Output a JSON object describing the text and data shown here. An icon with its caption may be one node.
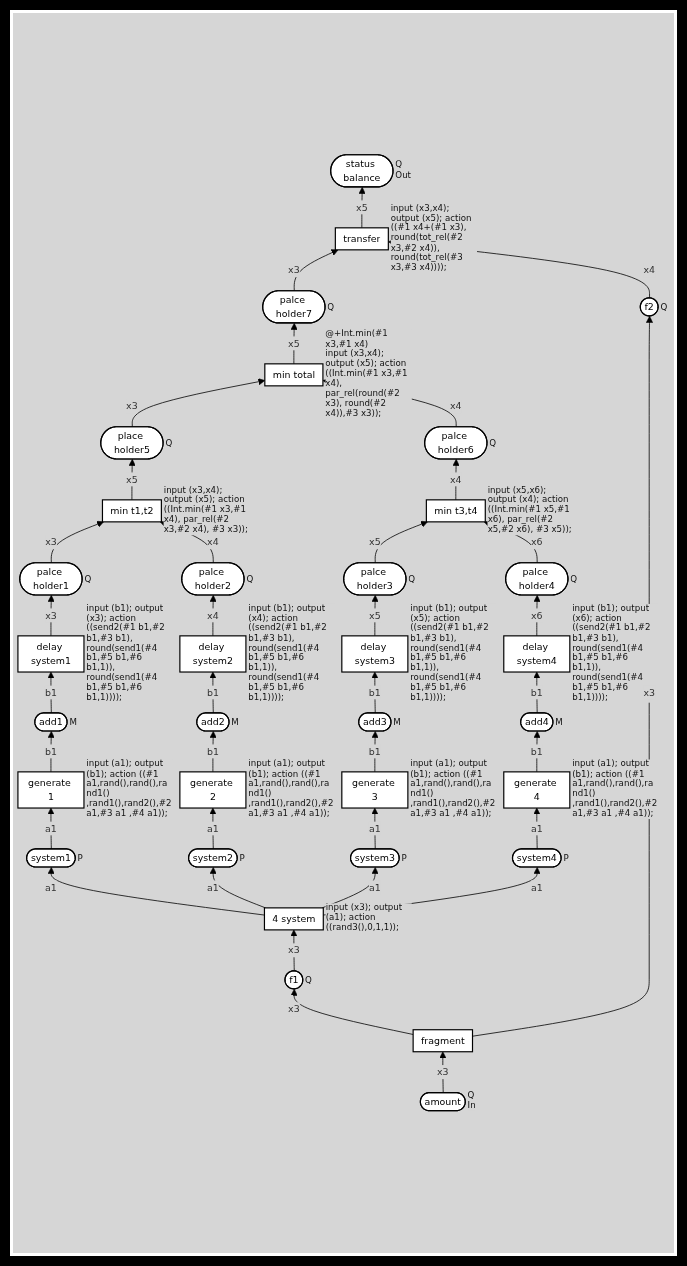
{
  "diagram": {
    "nodes": [
      {
        "text": [
          "amount"
        ],
        "beside": [
          "Q",
          "In"
        ]
      },
      {
        "text": [
          "fragment"
        ]
      },
      {
        "text": [
          "f1"
        ],
        "beside": [
          "Q"
        ]
      },
      {
        "text": [
          "4 system"
        ],
        "beside": [
          "input (x3); output (a1); action ((rand3(),0,1,1));"
        ]
      },
      {
        "text": [
          "f2"
        ],
        "beside": [
          "Q"
        ]
      },
      {
        "text": [
          "system1"
        ],
        "beside": [
          "P"
        ]
      },
      {
        "text": [
          "generate 1"
        ],
        "beside": [
          "input (a1); output (b1); action ((#1 a1,rand(),rand(),rand1() ,rand1(),rand2(),#2 a1,#3 a1 ,#4 a1));"
        ]
      },
      {
        "text": [
          "add1"
        ],
        "beside": [
          "M"
        ]
      },
      {
        "text": [
          "delay system1"
        ],
        "beside": [
          "input (b1); output (x3); action ((send2(#1 b1,#2 b1,#3 b1), round(send1(#4 b1,#5 b1,#6 b1,1)), round(send1(#4 b1,#5 b1,#6 b1,1))));"
        ]
      },
      {
        "text": [
          "palce holder1"
        ],
        "beside": [
          "Q"
        ]
      },
      {
        "text": [
          "system2"
        ],
        "beside": [
          "P"
        ]
      },
      {
        "text": [
          "generate 2"
        ],
        "beside": [
          "input (a1); output (b1); action ((#1 a1,rand(),rand(),rand1() ,rand1(),rand2(),#2 a1,#3 a1 ,#4 a1));"
        ]
      },
      {
        "text": [
          "add2"
        ],
        "beside": [
          "M"
        ]
      },
      {
        "text": [
          "delay system2"
        ],
        "beside": [
          "input (b1); output (x4); action ((send2(#1 b1,#2 b1,#3 b1), round(send1(#4 b1,#5 b1,#6 b1,1)), round(send1(#4 b1,#5 b1,#6 b1,1))));"
        ]
      },
      {
        "text": [
          "palce holder2"
        ],
        "beside": [
          "Q"
        ]
      },
      {
        "text": [
          "system3"
        ],
        "beside": [
          "P"
        ]
      },
      {
        "text": [
          "generate 3"
        ],
        "beside": [
          "input (a1); output (b1); action ((#1 a1,rand(),rand(),rand1() ,rand1(),rand2(),#2 a1,#3 a1 ,#4 a1));"
        ]
      },
      {
        "text": [
          "add3"
        ],
        "beside": [
          "M"
        ]
      },
      {
        "text": [
          "delay system3"
        ],
        "beside": [
          "input (b1); output (x5); action ((send2(#1 b1,#2 b1,#3 b1), round(send1(#4 b1,#5 b1,#6 b1,1)), round(send1(#4 b1,#5 b1,#6 b1,1))));"
        ]
      },
      {
        "text": [
          "palce holder3"
        ],
        "beside": [
          "Q"
        ]
      },
      {
        "text": [
          "system4"
        ],
        "beside": [
          "P"
        ]
      },
      {
        "text": [
          "generate 4"
        ],
        "beside": [
          "input (a1); output (b1); action ((#1 a1,rand(),rand(),rand1() ,rand1(),rand2(),#2 a1,#3 a1 ,#4 a1));"
        ]
      },
      {
        "text": [
          "add4"
        ],
        "beside": [
          "M"
        ]
      },
      {
        "text": [
          "delay system4"
        ],
        "beside": [
          "input (b1); output (x6); action ((send2(#1 b1,#2 b1,#3 b1), round(send1(#4 b1,#5 b1,#6 b1,1)), round(send1(#4 b1,#5 b1,#6 b1,1))));"
        ]
      },
      {
        "text": [
          "palce holder4"
        ],
        "beside": [
          "Q"
        ]
      },
      {
        "text": [
          "min t1,t2"
        ],
        "beside": [
          "input (x3,x4); output (x5); action ((Int.min(#1 x3,#1 x4), par_rel(#2 x3,#2 x4), #3 x3));"
        ]
      },
      {
        "text": [
          "min t3,t4"
        ],
        "beside": [
          "input (x5,x6); output (x4); action ((Int.min(#1 x5,#1 x6), par_rel(#2 x5,#2 x6), #3 x5));"
        ]
      },
      {
        "text": [
          "place holder5"
        ],
        "beside": [
          "Q"
        ]
      },
      {
        "text": [
          "palce holder6"
        ],
        "beside": [
          "Q"
        ]
      },
      {
        "text": [
          "min total"
        ],
        "beside": [
          "@+Int.min(#1 x3,#1 x4)",
          "input (x3,x4); output (x5); action ((Int.min(#1 x3,#1 x4), par_rel(round(#2 x3), round(#2 x4)),#3 x3));"
        ]
      },
      {
        "text": [
          "palce holder7"
        ],
        "beside": [
          "Q"
        ]
      },
      {
        "text": [
          "transfer"
        ],
        "beside": [
          "input (x3,x4); output (x5); action ((#1 x4+(#1 x3), round(tot_rel(#2 x3,#2 x4)), round(tot_rel(#3 x3,#3 x4))));"
        ]
      },
      {
        "text": [
          "status balance"
        ],
        "beside": [
          "Q",
          "Out"
        ]
      }
    ],
    "edges": [
      {
        "from": 0,
        "to": 1,
        "arrow": "to",
        "label": "x3"
      },
      {
        "from": 1,
        "to": 2,
        "arrow": "to",
        "label": "x3"
      },
      {
        "from": 1,
        "to": 4,
        "arrow": "to",
        "label": "x3"
      },
      {
        "from": 2,
        "to": 3,
        "arrow": "to",
        "label": "x3"
      },
      {
        "from": 3,
        "to": 5,
        "arrow": "to",
        "label": "a1"
      },
      {
        "from": 3,
        "to": 10,
        "arrow": "to",
        "label": "a1"
      },
      {
        "from": 3,
        "to": 15,
        "arrow": "to",
        "label": "a1"
      },
      {
        "from": 3,
        "to": 20,
        "arrow": "to",
        "label": "a1"
      },
      {
        "from": 5,
        "to": 6,
        "arrow": "to",
        "label": "a1"
      },
      {
        "from": 6,
        "to": 7,
        "arrow": "to",
        "label": "b1"
      },
      {
        "from": 7,
        "to": 8,
        "arrow": "to",
        "label": "b1"
      },
      {
        "from": 8,
        "to": 9,
        "arrow": "to",
        "label": "x3"
      },
      {
        "from": 10,
        "to": 11,
        "arrow": "to",
        "label": "a1"
      },
      {
        "from": 11,
        "to": 12,
        "arrow": "to",
        "label": "b1"
      },
      {
        "from": 12,
        "to": 13,
        "arrow": "to",
        "label": "b1"
      },
      {
        "from": 13,
        "to": 14,
        "arrow": "to",
        "label": "x4"
      },
      {
        "from": 15,
        "to": 16,
        "arrow": "to",
        "label": "a1"
      },
      {
        "from": 16,
        "to": 17,
        "arrow": "to",
        "label": "b1"
      },
      {
        "from": 17,
        "to": 18,
        "arrow": "to",
        "label": "b1"
      },
      {
        "from": 18,
        "to": 19,
        "arrow": "to",
        "label": "x5"
      },
      {
        "from": 20,
        "to": 21,
        "arrow": "to",
        "label": "a1"
      },
      {
        "from": 21,
        "to": 22,
        "arrow": "to",
        "label": "b1"
      },
      {
        "from": 22,
        "to": 23,
        "arrow": "to",
        "label": "b1"
      },
      {
        "from": 23,
        "to": 24,
        "arrow": "to",
        "label": "x6"
      },
      {
        "from": 9,
        "to": 25,
        "arrow": "to",
        "label": "x3"
      },
      {
        "from": 14,
        "to": 25,
        "arrow": "to",
        "label": "x4"
      },
      {
        "from": 19,
        "to": 26,
        "arrow": "to",
        "label": "x5"
      },
      {
        "from": 24,
        "to": 26,
        "arrow": "to",
        "label": "x6"
      },
      {
        "from": 25,
        "to": 27,
        "arrow": "to",
        "label": "x5"
      },
      {
        "from": 26,
        "to": 28,
        "arrow": "to",
        "label": "x4"
      },
      {
        "from": 27,
        "to": 29,
        "arrow": "to",
        "label": "x3"
      },
      {
        "from": 28,
        "to": 29,
        "arrow": "to",
        "label": "x4"
      },
      {
        "from": 29,
        "to": 30,
        "arrow": "to",
        "label": "x5"
      },
      {
        "from": 30,
        "to": 31,
        "arrow": "to",
        "label": "x3"
      },
      {
        "from": 4,
        "to": 31,
        "arrow": "to",
        "label": "x4"
      },
      {
        "from": 31,
        "to": 32,
        "arrow": "to",
        "label": "x5"
      }
    ]
  }
}
